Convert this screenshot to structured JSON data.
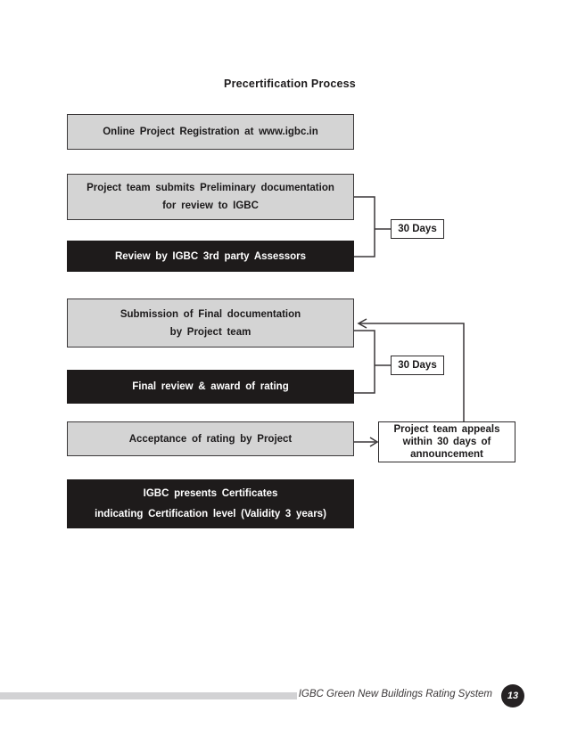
{
  "flowchart": {
    "title": "Precertification Process",
    "nodes": [
      {
        "id": "online-registration",
        "type": "process-light",
        "lines": [
          "Online Project Registration at www.igbc.in"
        ]
      },
      {
        "id": "preliminary-submission",
        "type": "process-light",
        "lines": [
          "Project team submits Preliminary documentation",
          "for review to IGBC"
        ]
      },
      {
        "id": "third-party-review",
        "type": "process-dark",
        "lines": [
          "Review by IGBC 3rd party Assessors"
        ]
      },
      {
        "id": "final-submission",
        "type": "process-light",
        "lines": [
          "Submission of Final documentation",
          "by Project team"
        ]
      },
      {
        "id": "final-review",
        "type": "process-dark",
        "lines": [
          "Final review & award of rating"
        ]
      },
      {
        "id": "acceptance",
        "type": "process-light",
        "lines": [
          "Acceptance of rating by Project"
        ]
      },
      {
        "id": "certificates",
        "type": "process-dark",
        "lines": [
          "IGBC presents Certificates",
          "indicating Certification level (Validity 3 years)"
        ]
      }
    ],
    "duration_labels": [
      {
        "label": "30 Days"
      },
      {
        "label": "30 Days"
      }
    ],
    "appeal_note": {
      "lines": [
        "Project team appeals",
        "within 30 days of",
        "announcement"
      ]
    }
  },
  "footer": {
    "text": "IGBC Green New Buildings Rating System",
    "page_number": "13"
  },
  "colors": {
    "light_box_fill": "#d4d4d4",
    "dark_box_fill": "#1e1b1b",
    "box_border": "#3b3839",
    "connector_line": "#3a3738",
    "footer_bar": "#d2d2d4",
    "page_badge": "#262223"
  }
}
